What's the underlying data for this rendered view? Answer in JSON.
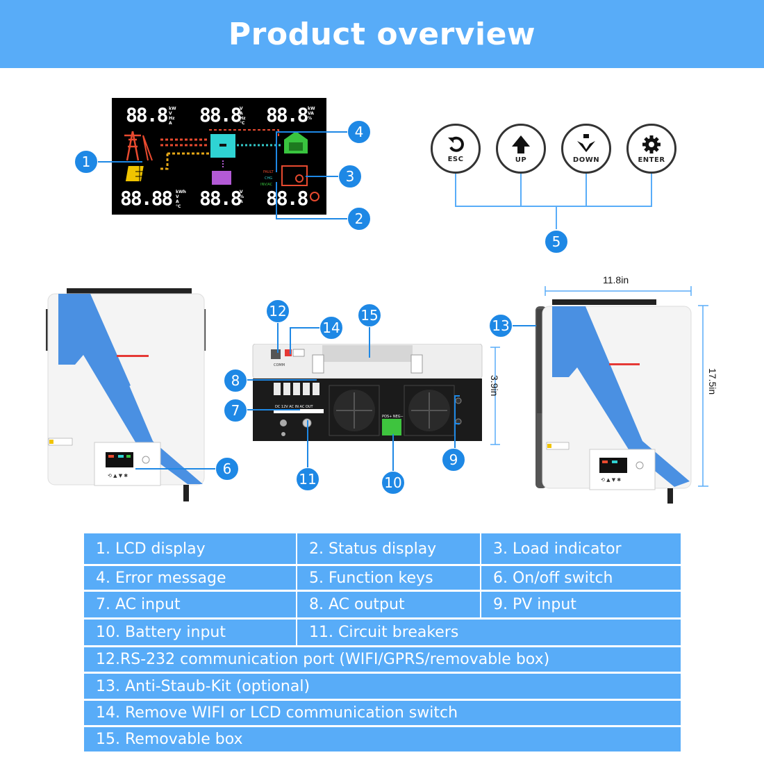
{
  "header": {
    "title": "Product overview"
  },
  "lcd": {
    "readouts": {
      "top_left": "88.8",
      "top_mid": "88.8",
      "top_right": "88.8",
      "bottom_left": "88.88",
      "bottom_mid": "88.8",
      "bottom_right": "88.8"
    },
    "units": {
      "top_left": "kW\nV\nHz\nA",
      "top_mid": "V\nA\nHz\n°C",
      "top_right": "kW\nVA\n%",
      "bottom_left": "kWh\nV\nA\n°C",
      "bottom_mid": "V\n%\nA",
      "bottom_right": ""
    }
  },
  "keys": [
    {
      "label": "ESC",
      "icon": "esc-icon"
    },
    {
      "label": "UP",
      "icon": "arrow-up-icon"
    },
    {
      "label": "DOWN",
      "icon": "arrow-down-icon"
    },
    {
      "label": "ENTER",
      "icon": "gear-icon"
    }
  ],
  "callouts": [
    "1",
    "2",
    "3",
    "4",
    "5",
    "6",
    "7",
    "8",
    "9",
    "10",
    "11",
    "12",
    "13",
    "14",
    "15"
  ],
  "dimensions": {
    "width": "11.8in",
    "height_side": "17.5in",
    "height_bottom": "3.9in"
  },
  "legend": {
    "rows": [
      [
        "1. LCD display",
        "2. Status display",
        "3. Load indicator"
      ],
      [
        "4. Error message",
        "5. Function keys",
        "6. On/off switch"
      ],
      [
        "7. AC input",
        "8. AC output",
        "9. PV input"
      ],
      [
        "10. Battery input",
        "11. Circuit breakers"
      ],
      [
        "12.RS-232 communication port (WIFI/GPRS/removable box)"
      ],
      [
        "13. Anti-Staub-Kit (optional)"
      ],
      [
        "14. Remove WIFI or LCD communication switch"
      ],
      [
        "15. Removable box"
      ]
    ]
  },
  "colors": {
    "accent": "#58acf8",
    "badge": "#1e88e5",
    "stripe": "#4a90e2"
  }
}
